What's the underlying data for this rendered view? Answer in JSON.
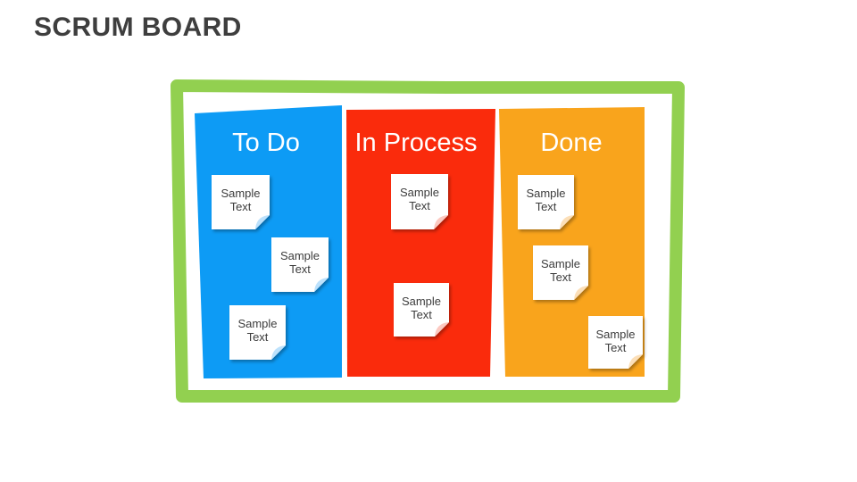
{
  "slide": {
    "title": "SCRUM BOARD"
  },
  "board": {
    "frame_color": "#92D050",
    "columns": [
      {
        "label": "To Do",
        "color": "#0D9BF5",
        "fold_color": "#BCE1FC",
        "notes": [
          {
            "line1": "Sample",
            "line2": "Text"
          },
          {
            "line1": "Sample",
            "line2": "Text"
          },
          {
            "line1": "Sample",
            "line2": "Text"
          }
        ]
      },
      {
        "label": "In Process",
        "color": "#FA2B0C",
        "fold_color": "#FCC9C1",
        "notes": [
          {
            "line1": "Sample",
            "line2": "Text"
          },
          {
            "line1": "Sample",
            "line2": "Text"
          }
        ]
      },
      {
        "label": "Done",
        "color": "#F9A41C",
        "fold_color": "#FCDFB8",
        "notes": [
          {
            "line1": "Sample",
            "line2": "Text"
          },
          {
            "line1": "Sample",
            "line2": "Text"
          },
          {
            "line1": "Sample",
            "line2": "Text"
          }
        ]
      }
    ]
  }
}
